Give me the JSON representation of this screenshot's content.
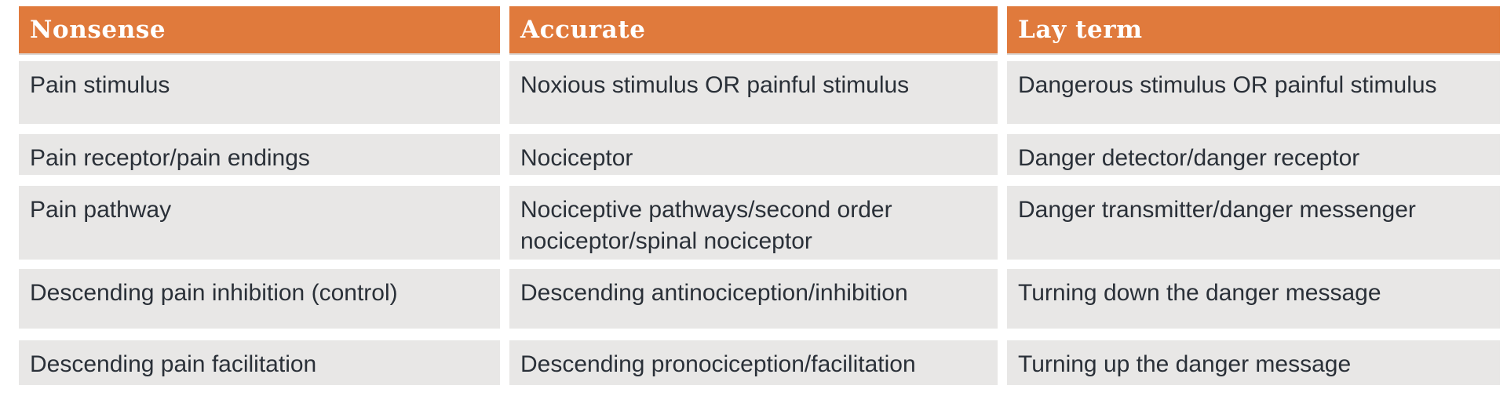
{
  "table": {
    "header": {
      "columns": [
        "Nonsense",
        "Accurate",
        "Lay term"
      ]
    },
    "rows": [
      {
        "cells": [
          "Pain stimulus",
          "Noxious stimulus OR painful stimulus",
          "Dangerous stimulus OR painful stimulus"
        ]
      },
      {
        "cells": [
          "Pain receptor/pain endings",
          "Nociceptor",
          "Danger detector/danger receptor"
        ]
      },
      {
        "cells": [
          "Pain pathway",
          "Nociceptive pathways/second order nociceptor/spinal nociceptor",
          "Danger transmitter/danger messenger"
        ]
      },
      {
        "cells": [
          "Descending pain inhibition (control)",
          "Descending antinociception/inhibition",
          "Turning down the danger message"
        ]
      },
      {
        "cells": [
          "Descending pain facilitation",
          "Descending pronociception/facilitation",
          "Turning up the danger message"
        ]
      }
    ],
    "colors": {
      "header_bg": "#E07A3C",
      "header_text": "#FFFFFF",
      "row_bg": "#E8E7E6",
      "cell_text": "#2A3038",
      "page_bg": "#FFFFFF"
    }
  }
}
